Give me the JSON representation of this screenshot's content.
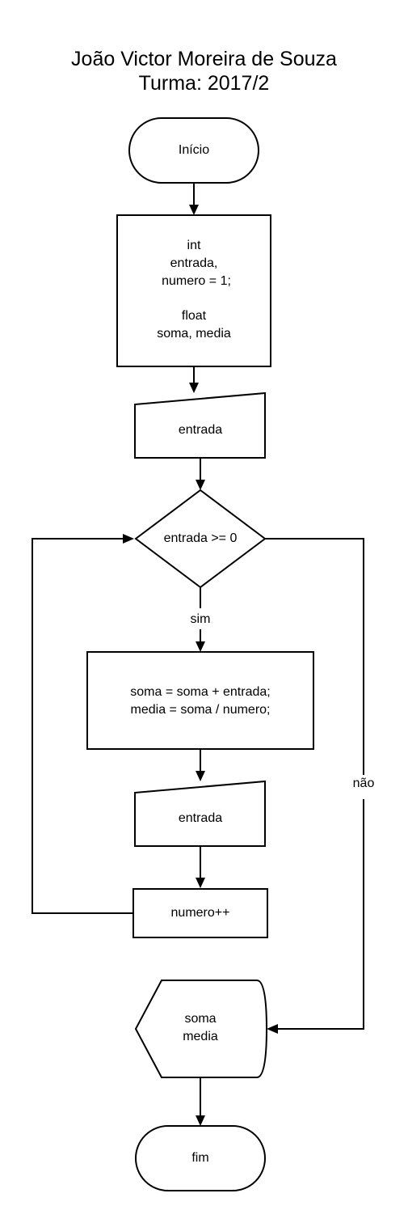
{
  "header": {
    "author": "João Victor Moreira de Souza",
    "class_line": "Turma: 2017/2"
  },
  "flowchart": {
    "start": "Início",
    "declarations": [
      "int",
      "entrada,",
      "numero = 1;",
      "",
      "float",
      "soma, media"
    ],
    "input_1": "entrada",
    "condition": "entrada >= 0",
    "yes_label": "sim",
    "no_label": "não",
    "process": [
      "soma = soma + entrada;",
      "media = soma / numero;"
    ],
    "input_2": "entrada",
    "increment": "numero++",
    "output": [
      "soma",
      "media"
    ],
    "end": "fim"
  }
}
